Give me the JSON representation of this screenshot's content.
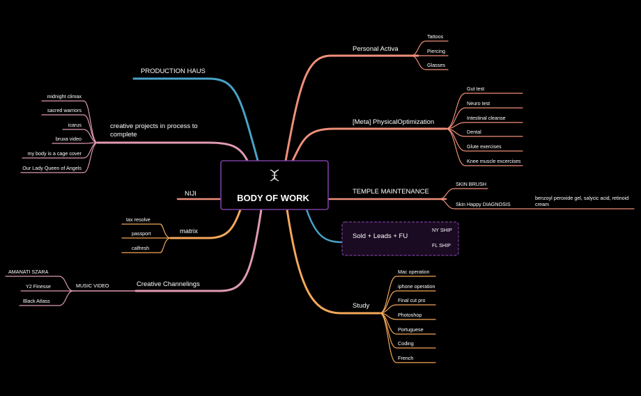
{
  "central": {
    "title": "BODY OF WORK",
    "icon": "dna-icon"
  },
  "colors": {
    "background": "#000000",
    "salmon": "#f0907a",
    "orange": "#f5a85a",
    "blue": "#4aa3c8",
    "pink": "#e09ab4",
    "purple": "#7a3fa0",
    "white": "#ffffff"
  },
  "branches": {
    "personal_activa": {
      "label": "Personal Activa",
      "children": [
        "Tattoos",
        "Piercing",
        "Glasses"
      ]
    },
    "physical_opt": {
      "label": "[Meta] PhysicalOptimization",
      "children": [
        "Gut test",
        "Neuro test",
        "Intestinal cleanse",
        "Dental",
        "Glute exercises",
        "Knee muscle excercises"
      ]
    },
    "temple": {
      "label": "TEMPLE MAINTENANCE",
      "children": [
        "SKIN BRUSH",
        "Skin Happy DIAGNOSIS"
      ],
      "diagnosis_detail": [
        "benzoyl peroxide gel, salycic acid, retinoid",
        "cream"
      ]
    },
    "sold": {
      "label": "Sold + Leads + FU",
      "children": [
        "NY SHIP",
        "FL SHIP"
      ]
    },
    "study": {
      "label": "Study",
      "children": [
        "Mac operation",
        "iphone operation",
        "Final cut pro",
        "Photoshop",
        "Portuguese",
        "Coding",
        "French"
      ]
    },
    "production": {
      "label": "PRODUCTION HAUS"
    },
    "creative_projects": {
      "label_lines": [
        "creative projects in process to",
        "complete"
      ],
      "children": [
        "midnight climax",
        "sacred warriors",
        "icarus",
        "bruxa video",
        "my body is a cage cover",
        "Our Lady Queen of Angels"
      ]
    },
    "niji": {
      "label": "NIJI"
    },
    "matrix": {
      "label": "matrix",
      "children": [
        "tax resolve",
        "passport",
        "calfresh"
      ]
    },
    "channelings": {
      "label": "Creative Channelings",
      "sub": "MUSIC VIDEO",
      "children": [
        "AMANATI SZARA",
        "Y2 Finesse",
        "Black Atlass"
      ]
    }
  }
}
